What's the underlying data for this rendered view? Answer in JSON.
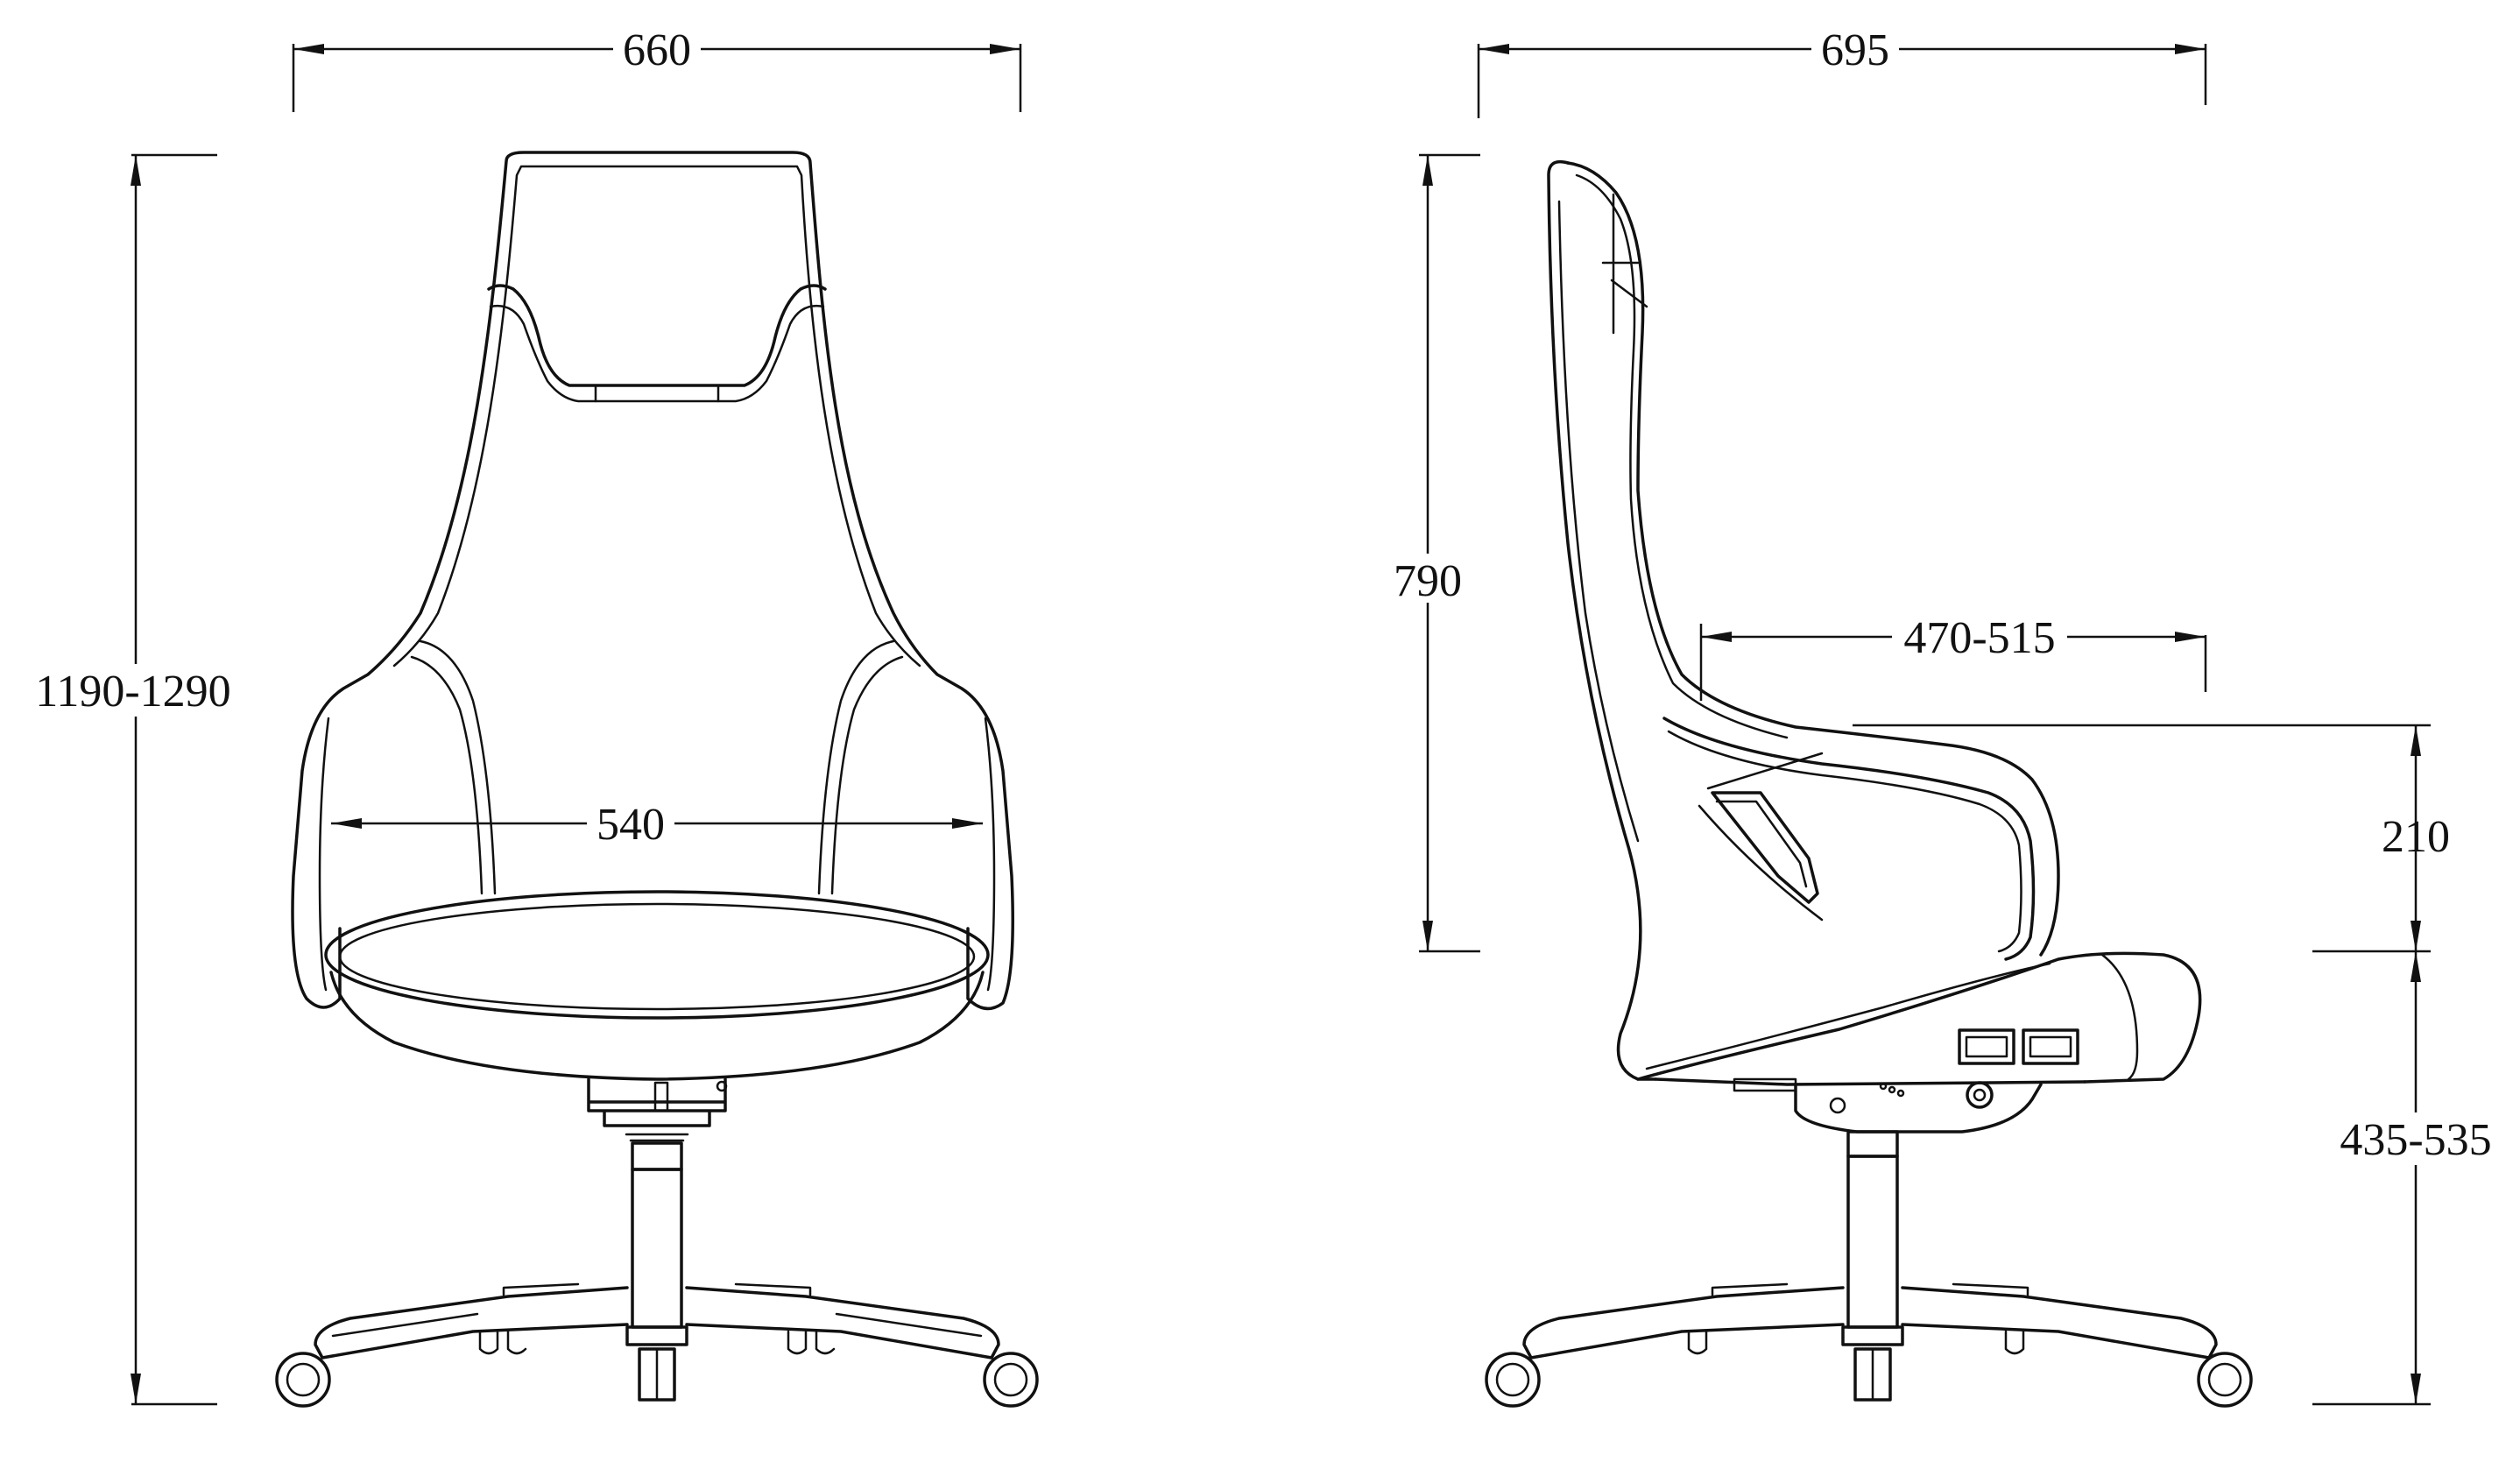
{
  "dimensions": {
    "front_width": "660",
    "front_height": "1190-1290",
    "front_inner_width": "540",
    "side_depth": "695",
    "side_back_height": "790",
    "side_seat_depth": "470-515",
    "side_armrest_height": "210",
    "side_seat_height": "435-535"
  },
  "colors": {
    "line": "#111111",
    "background": "#ffffff"
  }
}
